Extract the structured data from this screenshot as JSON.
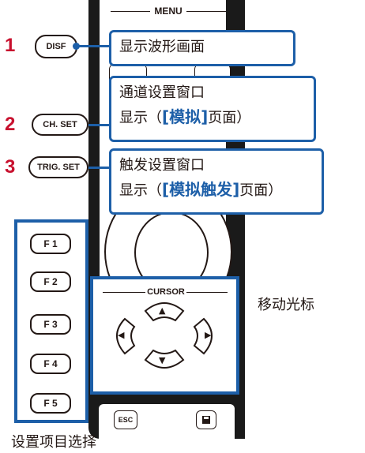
{
  "menu": {
    "label": "MENU"
  },
  "steps": [
    {
      "number": "1",
      "key_label": "DISF",
      "callout_line1": "显示波形画面"
    },
    {
      "number": "2",
      "key_label": "CH. SET",
      "callout_line1": "通道设置窗口",
      "callout_line2_prefix": "显示（",
      "callout_line2_highlight": "[模拟]",
      "callout_line2_suffix": "页面）"
    },
    {
      "number": "3",
      "key_label": "TRIG. SET",
      "callout_line1": "触发设置窗口",
      "callout_line2_prefix": "显示（",
      "callout_line2_highlight": "[模拟触发]",
      "callout_line2_suffix": "页面）"
    }
  ],
  "function_keys": [
    "F 1",
    "F 2",
    "F 3",
    "F 4",
    "F 5"
  ],
  "function_keys_caption": "设置项目选择",
  "cursor": {
    "label": "CURSOR",
    "caption": "移动光标",
    "up_arrow": "▲",
    "down_arrow": "▼",
    "left_arrow": "◀",
    "right_arrow": "▶"
  },
  "bottom_keys": {
    "esc": "ESC",
    "save_icon": "save-icon"
  },
  "colors": {
    "accent": "#1d5fa8",
    "step_number": "#c8102e",
    "ink": "#231815"
  }
}
